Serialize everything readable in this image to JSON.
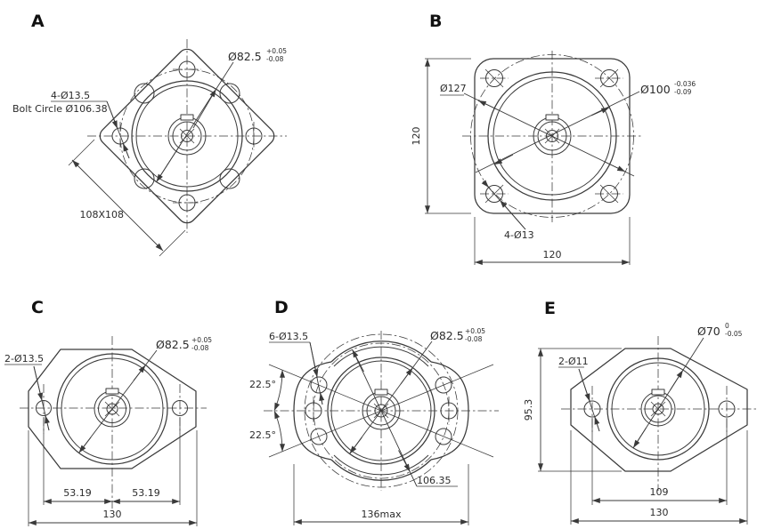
{
  "drawing": {
    "background": "#ffffff",
    "line_color": "#3a3a3a",
    "panels": {
      "a": {
        "letter": "A",
        "pilot": {
          "dia": "Ø82.5",
          "tol_up": "+0.05",
          "tol_dn": "-0.08"
        },
        "bolt_holes": "4-Ø13.5",
        "bolt_circle": "Bolt Circle Ø106.38",
        "square_size": "108X108"
      },
      "b": {
        "letter": "B",
        "bolt_circle": "Ø127",
        "pilot": {
          "dia": "Ø100",
          "tol_up": "-0.036",
          "tol_dn": "-0.09"
        },
        "height": "120",
        "bolt_holes": "4-Ø13",
        "width": "120"
      },
      "c": {
        "letter": "C",
        "bolt_holes": "2-Ø13.5",
        "pilot": {
          "dia": "Ø82.5",
          "tol_up": "+0.05",
          "tol_dn": "-0.08"
        },
        "hole_offset_left": "53.19",
        "hole_offset_right": "53.19",
        "width": "130"
      },
      "d": {
        "letter": "D",
        "bolt_holes": "6-Ø13.5",
        "pilot": {
          "dia": "Ø82.5",
          "tol_up": "+0.05",
          "tol_dn": "-0.08"
        },
        "angle_upper": "22.5°",
        "angle_lower": "22.5°",
        "bolt_circle": "106.35",
        "width": "136max"
      },
      "e": {
        "letter": "E",
        "pilot": {
          "dia": "Ø70",
          "tol_up": "0",
          "tol_dn": "-0.05"
        },
        "bolt_holes": "2-Ø11",
        "height": "95.3",
        "hole_span": "109",
        "width": "130"
      }
    }
  }
}
